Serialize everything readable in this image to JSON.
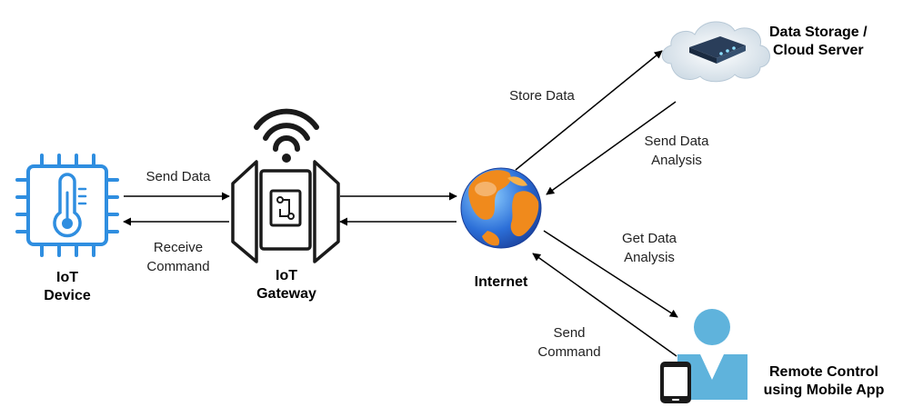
{
  "nodes": {
    "iot_device": {
      "line1": "IoT",
      "line2": "Device",
      "icon": "chip-thermometer-icon"
    },
    "iot_gateway": {
      "line1": "IoT",
      "line2": "Gateway",
      "icon": "gateway-wifi-icon"
    },
    "internet": {
      "label": "Internet",
      "icon": "globe-icon"
    },
    "cloud": {
      "line1": "Data Storage /",
      "line2": "Cloud Server",
      "icon": "cloud-server-icon"
    },
    "mobile": {
      "line1": "Remote Control",
      "line2": "using Mobile App",
      "icon": "user-phone-icon"
    }
  },
  "edges": {
    "send_data": {
      "label": "Send Data"
    },
    "receive_command": {
      "line1": "Receive",
      "line2": "Command"
    },
    "store_data": {
      "label": "Store Data"
    },
    "send_data_analysis": {
      "line1": "Send Data",
      "line2": "Analysis"
    },
    "get_data_analysis": {
      "line1": "Get Data",
      "line2": "Analysis"
    },
    "send_command": {
      "line1": "Send",
      "line2": "Command"
    }
  },
  "colors": {
    "chip_blue": "#2f8ee0",
    "person_blue": "#5fb3dc",
    "globe_blue": "#2c6fd8",
    "globe_orange": "#f08a1c",
    "arrow": "#000000"
  }
}
